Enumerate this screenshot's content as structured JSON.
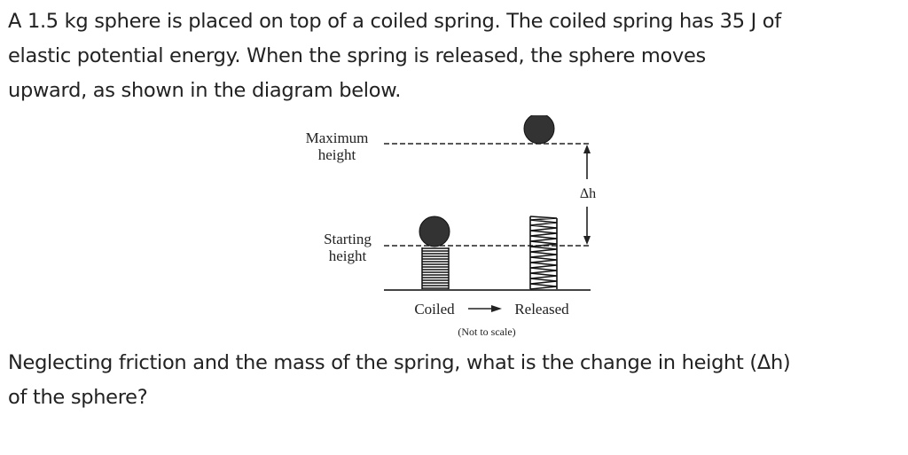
{
  "question": {
    "intro_lines": [
      "A 1.5 kg sphere is placed on top of a coiled spring. The coiled spring has 35 J of",
      "elastic potential energy. When the spring is released, the sphere moves",
      "upward, as shown in the diagram below."
    ],
    "prompt_lines": [
      "Neglecting friction and the mass of the spring, what is the change in height (Δh)",
      "of the sphere?"
    ]
  },
  "diagram": {
    "label_max_line1": "Maximum",
    "label_max_line2": "height",
    "label_start_line1": "Starting",
    "label_start_line2": "height",
    "delta_label": "Δh",
    "state_coiled": "Coiled",
    "state_released": "Released",
    "note": "(Not to scale)"
  }
}
